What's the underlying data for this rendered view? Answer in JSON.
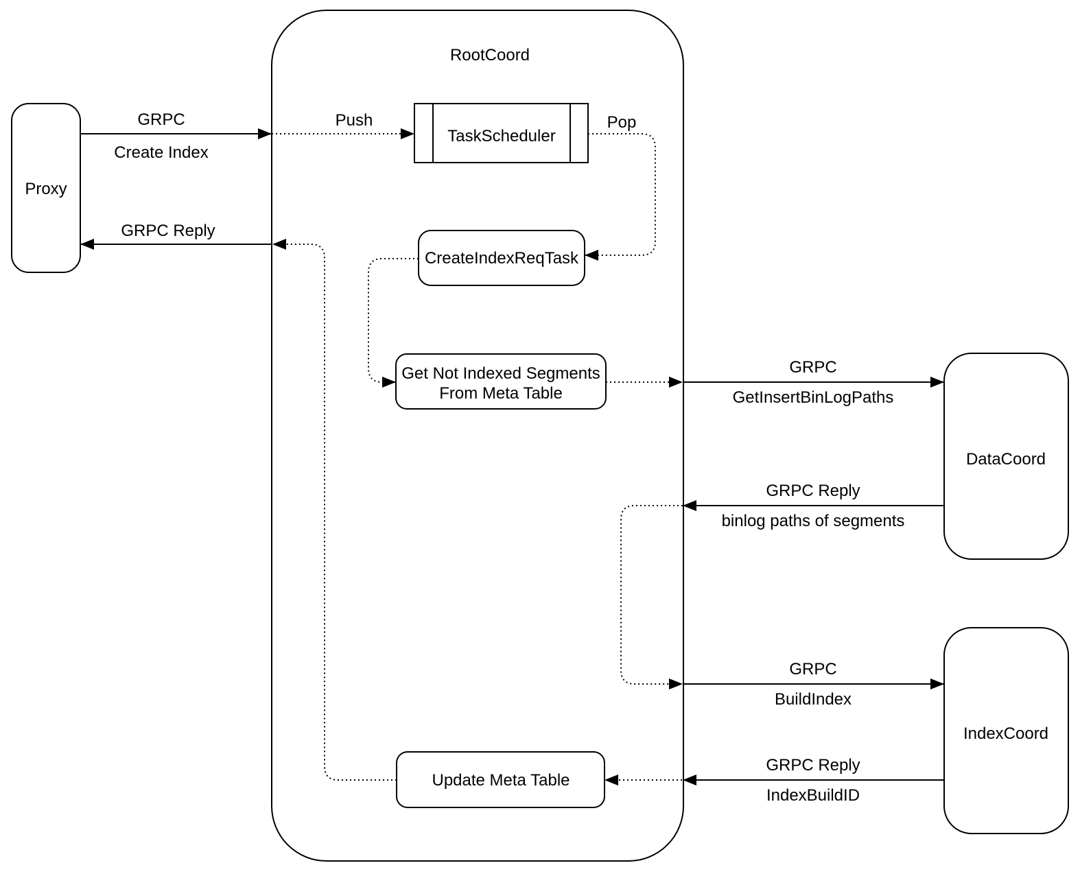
{
  "nodes": {
    "proxy": {
      "label": "Proxy"
    },
    "rootcoord": {
      "label": "RootCoord"
    },
    "taskscheduler": {
      "label": "TaskScheduler"
    },
    "createindexreqtask": {
      "label": "CreateIndexReqTask"
    },
    "get_not_indexed_segments": {
      "label_line1": "Get Not Indexed Segments",
      "label_line2": "From Meta Table"
    },
    "update_meta_table": {
      "label": "Update Meta Table"
    },
    "datacoord": {
      "label": "DataCoord"
    },
    "indexcoord": {
      "label": "IndexCoord"
    }
  },
  "edges": {
    "create_index": {
      "protocol": "GRPC",
      "message": "Create Index"
    },
    "push": {
      "label": "Push"
    },
    "pop": {
      "label": "Pop"
    },
    "get_insert_binlog_paths": {
      "protocol": "GRPC",
      "message": "GetInsertBinLogPaths"
    },
    "binlog_paths_reply": {
      "protocol": "GRPC Reply",
      "message": "binlog paths of segments"
    },
    "build_index": {
      "protocol": "GRPC",
      "message": "BuildIndex"
    },
    "index_build_id_reply": {
      "protocol": "GRPC Reply",
      "message": "IndexBuildID"
    },
    "reply_to_proxy": {
      "label": "GRPC Reply"
    }
  },
  "colors": {
    "line": "#000000",
    "node_fill": "#ffffff",
    "text": "#000000",
    "background": "#ffffff"
  }
}
